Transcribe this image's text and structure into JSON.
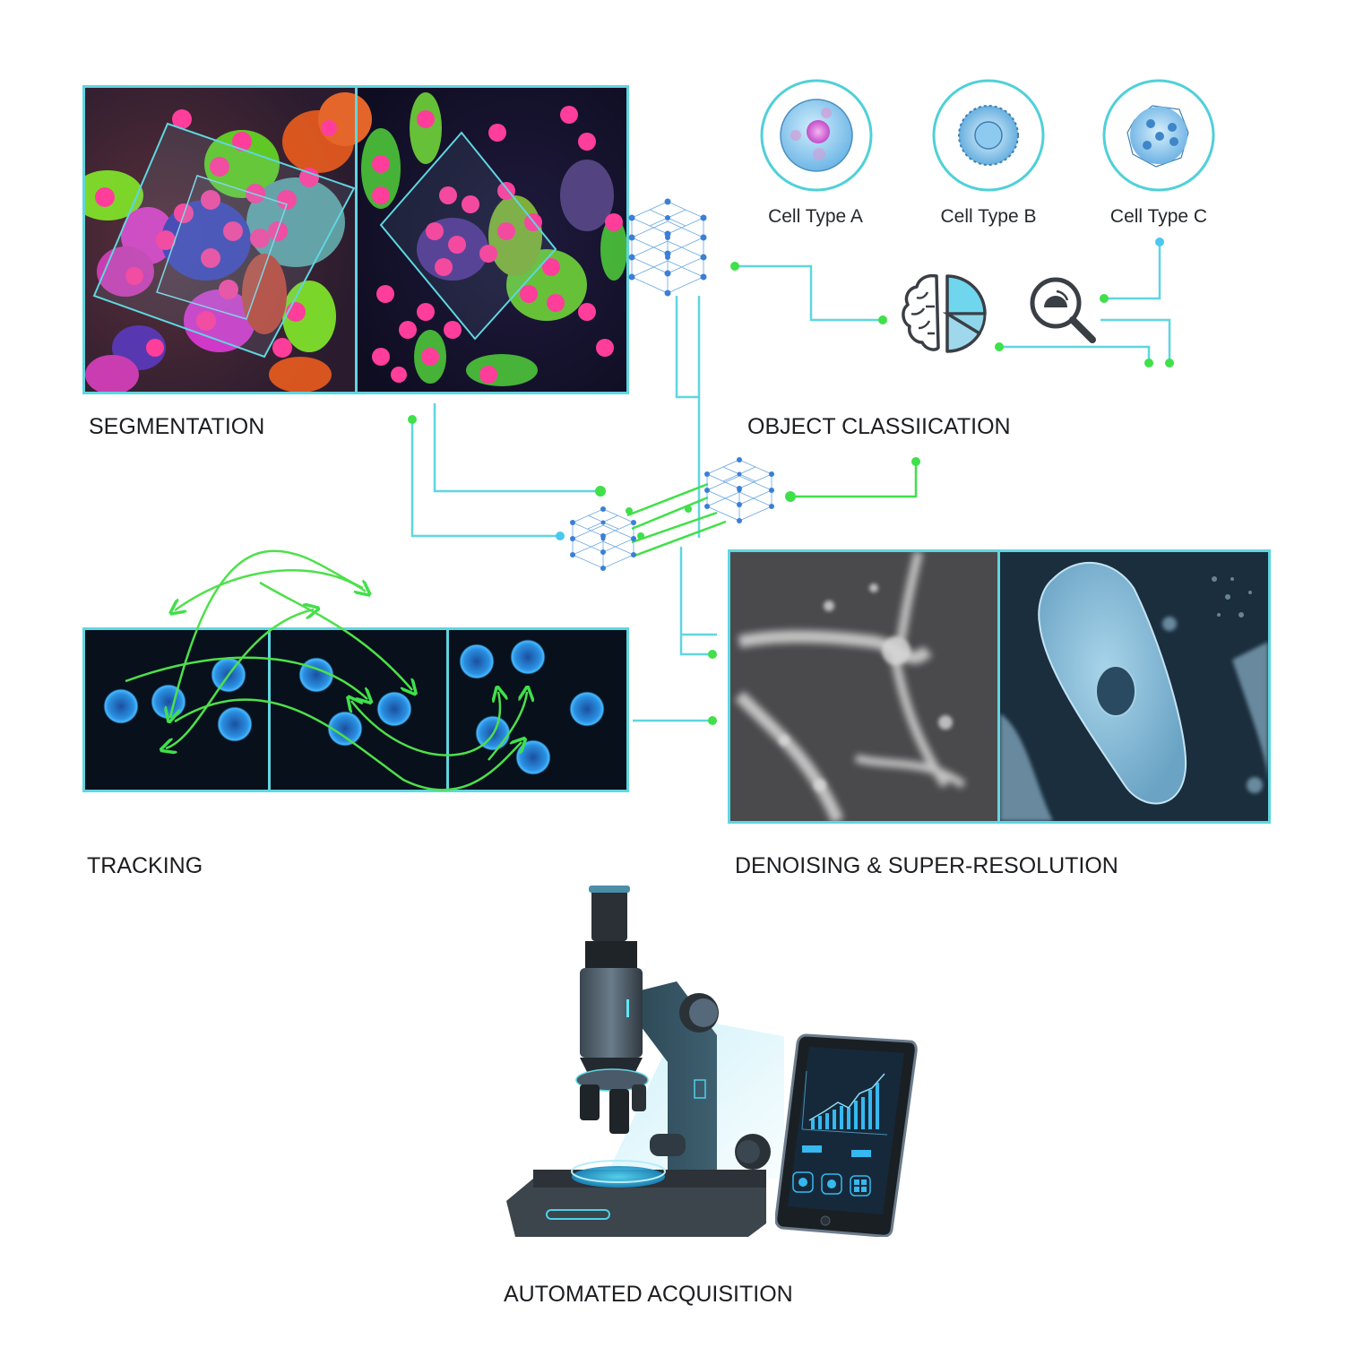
{
  "sections": {
    "segmentation": {
      "title": "SEGMENTATION"
    },
    "object_classification": {
      "title": "OBJECT CLASSIICATION",
      "cell_types": [
        {
          "label": "Cell Type A",
          "icon": "cell-nucleus-icon"
        },
        {
          "label": "Cell Type B",
          "icon": "cell-spiky-icon"
        },
        {
          "label": "Cell Type C",
          "icon": "cell-multi-nuclei-icon"
        }
      ],
      "icons": [
        "brain-pie-chart-icon",
        "magnifier-icon"
      ]
    },
    "tracking": {
      "title": "TRACKING"
    },
    "denoising": {
      "title": "DENOISING & SUPER-RESOLUTION"
    },
    "acquisition": {
      "title": "AUTOMATED ACQUISITION"
    }
  },
  "colors": {
    "connector_cyan": "#5fd6e0",
    "node_green": "#3fe04a",
    "node_blue": "#3b7fd6",
    "text": "#1b1d20"
  }
}
